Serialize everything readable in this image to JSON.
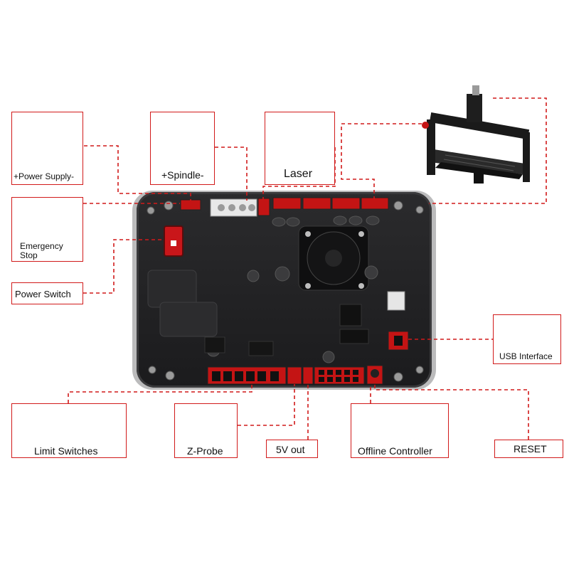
{
  "labels": {
    "power_supply": "+Power Supply-",
    "spindle": "+Spindle-",
    "laser": "Laser",
    "emergency_stop_line1": "Emergency",
    "emergency_stop_line2": "Stop",
    "power_switch": "Power Switch",
    "usb_interface": "USB Interface",
    "limit_switches": "Limit Switches",
    "z_probe": "Z-Probe",
    "five_v_out": "5V out",
    "offline_controller": "Offline Controller",
    "reset": "RESET"
  },
  "colors": {
    "accent": "#d11a1a",
    "board": "#222224",
    "connector": "#c41414"
  }
}
